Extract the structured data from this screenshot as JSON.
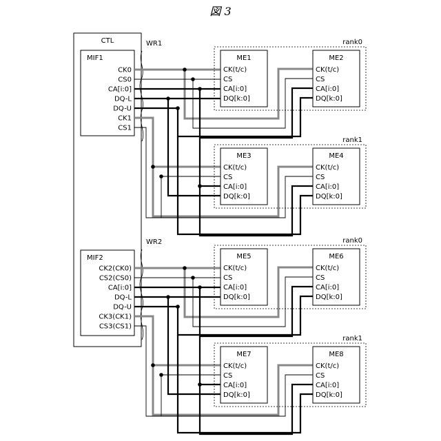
{
  "figure_title": "図 3",
  "ctl": {
    "label": "CTL"
  },
  "mif1": {
    "label": "MIF1",
    "wire_label": "WR1",
    "pins": [
      "CK0",
      "CS0",
      "CA[i:0]",
      "DQ-L",
      "DQ-U",
      "CK1",
      "CS1"
    ]
  },
  "mif2": {
    "label": "MIF2",
    "wire_label": "WR2",
    "pins": [
      "CK2(CK0)",
      "CS2(CS0)",
      "CA[i:0]",
      "DQ-L",
      "DQ-U",
      "CK3(CK1)",
      "CS3(CS1)"
    ]
  },
  "ranks": [
    {
      "label": "rank0",
      "left": "ME1",
      "right": "ME2"
    },
    {
      "label": "rank1",
      "left": "ME3",
      "right": "ME4"
    },
    {
      "label": "rank0",
      "left": "ME5",
      "right": "ME6"
    },
    {
      "label": "rank1",
      "left": "ME7",
      "right": "ME8"
    }
  ],
  "me_pins": [
    "CK(t/c)",
    "CS",
    "CA[i:0]",
    "DQ[k:0]"
  ]
}
